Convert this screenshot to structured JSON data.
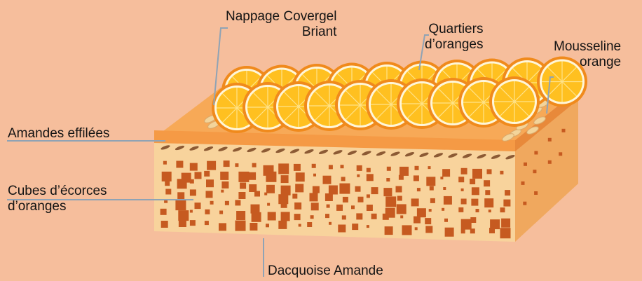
{
  "colors": {
    "background": "#F6BE9C",
    "sponge_front": "#F8D39C",
    "sponge_right": "#F0A85E",
    "mousse_top": "#F7A957",
    "mousse_front": "#F59A45",
    "mousse_right": "#E8893A",
    "orange_cubes": "#C65A20",
    "almond_slices": "#8C5A34",
    "leader_lines": "#8FA3B5",
    "orange_peel": "#F08A1C",
    "orange_flesh": "#FFC020",
    "orange_pith": "#FFF6D8"
  },
  "labels": {
    "nappage": [
      "Nappage Covergel",
      "Briant"
    ],
    "quartiers": [
      "Quartiers",
      "d’oranges"
    ],
    "mousseline": [
      "Mousseline",
      "orange"
    ],
    "amandes": [
      "Amandes effilées"
    ],
    "cubes": [
      "Cubes d’écorces",
      "d’oranges"
    ],
    "dacquoise": [
      "Dacquoise Amande"
    ]
  }
}
